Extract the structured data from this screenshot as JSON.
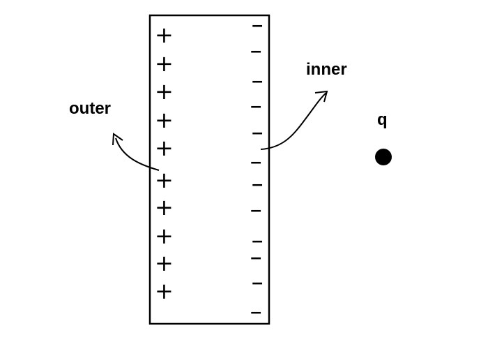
{
  "labels": {
    "outer": "outer",
    "inner": "inner",
    "charge": "q"
  },
  "signs": {
    "positive": "+",
    "negative": "−"
  },
  "counts": {
    "positive": 10,
    "negative": 12
  },
  "colors": {
    "ink": "#000000",
    "background": "#ffffff"
  }
}
